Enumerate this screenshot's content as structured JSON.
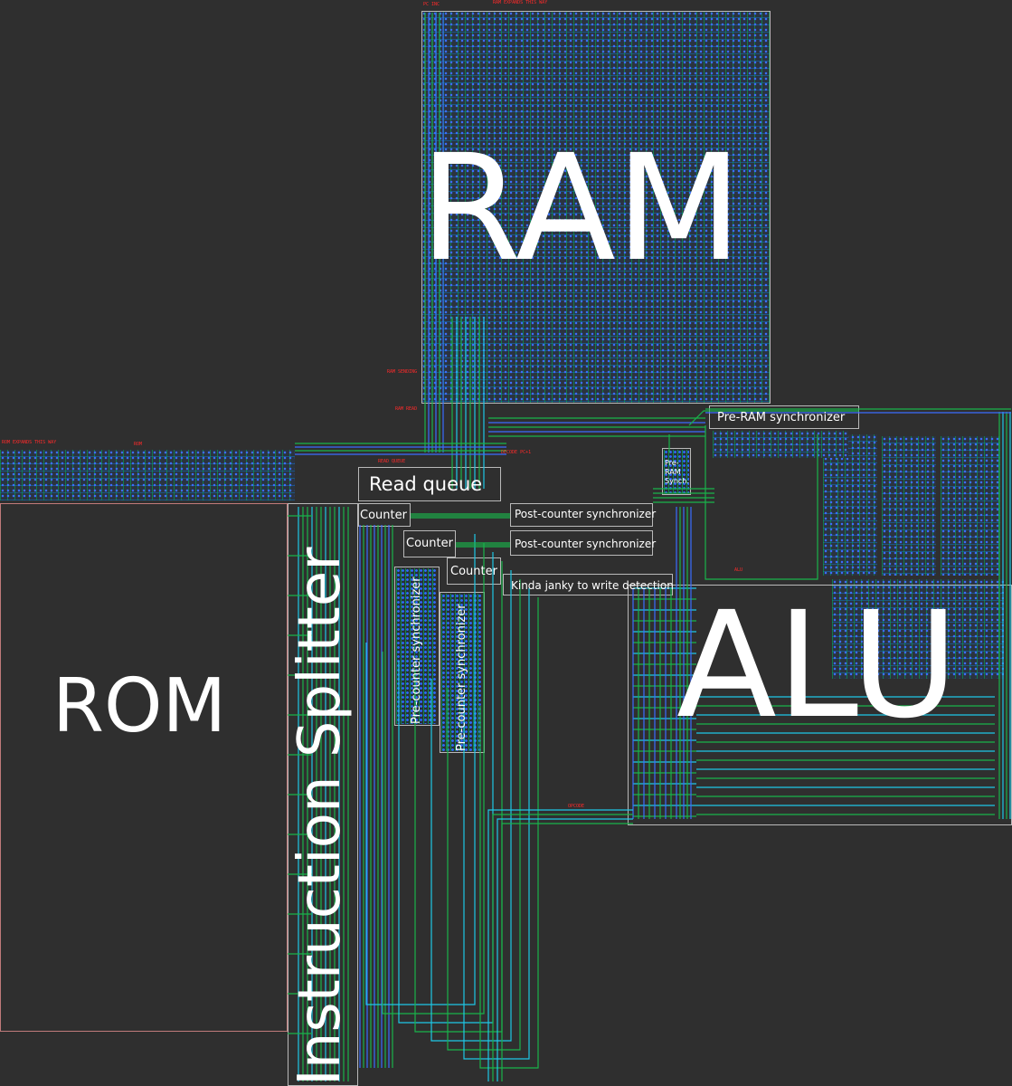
{
  "regions": {
    "ram": "RAM",
    "rom": "ROM",
    "alu": "ALU",
    "instruction_splitter": "Instruction Splitter"
  },
  "modules": {
    "read_queue": "Read queue",
    "counter": "Counter",
    "post_counter_sync": "Post-counter synchronizer",
    "pre_counter_sync": "Pre-counter synchronizer",
    "kinda_janky": "Kinda janky to write detection",
    "pre_ram_sync": "Pre-RAM synchronizer",
    "pre_ram_synch_small_1": "Pre-",
    "pre_ram_synch_small_2": "RAM",
    "pre_ram_synch_small_3": "Synch."
  },
  "tiny_labels": {
    "ram_expands": "RAM EXPANDS THIS WAY",
    "rom_expands": "ROM EXPANDS THIS WAY",
    "pc_inc": "PC INC",
    "ram_read": "RAM READ",
    "ram_send": "RAM SENDING",
    "read_queue_tag": "READ QUEUE",
    "rom_tag": "ROM",
    "alu_tag": "ALU",
    "decode_pc": "DECODE PC+1",
    "opcode": "OPCODE"
  },
  "colors": {
    "background": "#2f2f2f",
    "wire_green": "#19b34a",
    "wire_blue": "#3a6cff",
    "wire_cyan": "#1ec8e6",
    "region_border": "#b9b9b9",
    "label": "#ffffff",
    "tiny_label": "#ff2a2a"
  }
}
